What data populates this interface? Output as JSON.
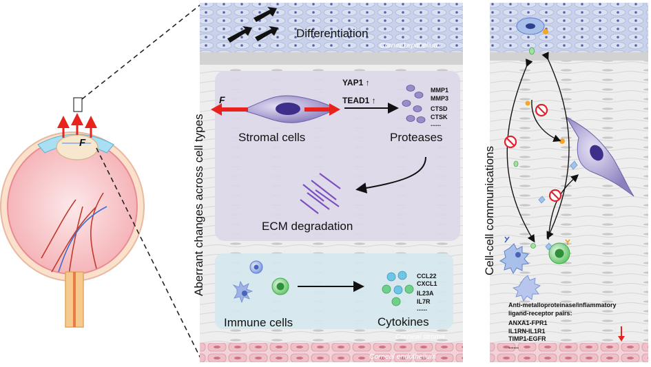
{
  "eye": {
    "force_label": "F"
  },
  "center": {
    "vertical_title": "Aberrant changes across cell types",
    "differentiation": "Differentiation",
    "epithelium_label": "Corneal epithelium",
    "stroma_label": "Corneal stroma",
    "endothelium_label": "Corneal endothelium",
    "force_label": "F",
    "stromal_cells": "Stromal cells",
    "yap1": "YAP1 ↑",
    "tead1": "TEAD1 ↑",
    "proteases": "Proteases",
    "protease_list": [
      "MMP1",
      "MMP3",
      "CTSD",
      "CTSK",
      "......"
    ],
    "ecm": "ECM degradation",
    "immune_cells": "Immune cells",
    "cytokines": "Cytokines",
    "cytokine_list": [
      "CCL22",
      "CXCL1",
      "IL23A",
      "IL7R",
      "......"
    ]
  },
  "right": {
    "vertical_title": "Cell-cell communications",
    "pairs_heading_line1": "Anti-metalloproteinase/inflammatory",
    "pairs_heading_line2": "ligand-receptor pairs:",
    "pairs": [
      "ANXA1-FPR1",
      "IL1RN-IL1R1",
      "TIMP1-EGFR",
      "......"
    ]
  },
  "colors": {
    "epithelium": "#c9d2ea",
    "stroma": "#ececec",
    "endothelium": "#eec5cc",
    "stroma_box": "#ddd8e8",
    "immune_box": "#d5e8ee",
    "force_arrow": "#e8231e",
    "inhibit": "#e4202b"
  }
}
